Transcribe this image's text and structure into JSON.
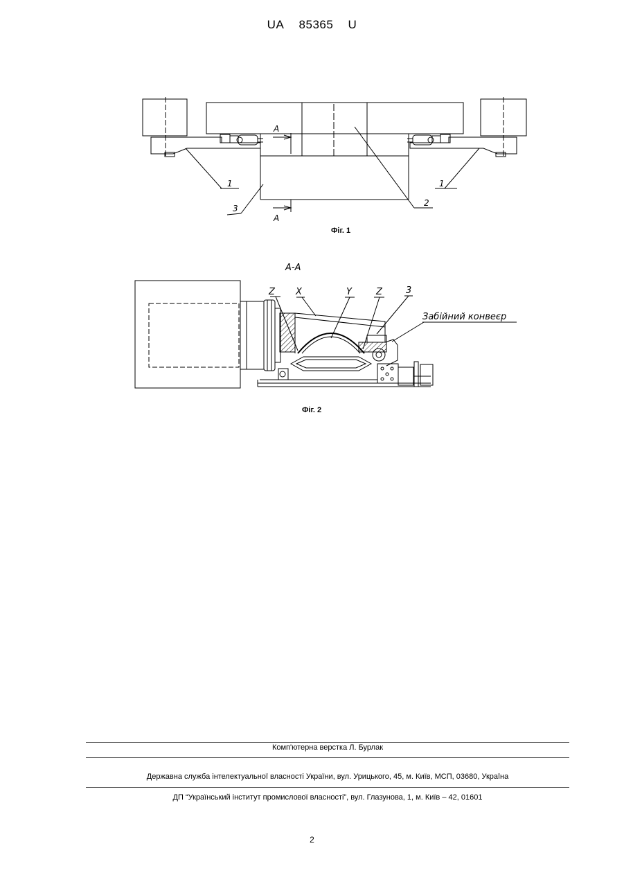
{
  "header": {
    "country": "UA",
    "number": "85365",
    "kind": "U"
  },
  "figure1": {
    "caption": "Фіг. 1",
    "section_marks": [
      "А",
      "А"
    ],
    "labels": [
      "1",
      "1",
      "2",
      "3"
    ]
  },
  "figure2": {
    "caption": "Фіг. 2",
    "section_title": "А-А",
    "labels": {
      "z1": "Z",
      "x": "X",
      "y": "Y",
      "z2": "Z",
      "n3": "3"
    },
    "conveyor_label": "Забійний конвеєр"
  },
  "footer": {
    "layout": "Комп'ютерна верстка Л. Бурлак",
    "agency": "Державна служба інтелектуальної власності України, вул. Урицького, 45, м. Київ, МСП, 03680, Україна",
    "institute": "ДП “Український інститут промислової власності”, вул. Глазунова, 1, м. Київ – 42, 01601"
  },
  "page_number": "2"
}
